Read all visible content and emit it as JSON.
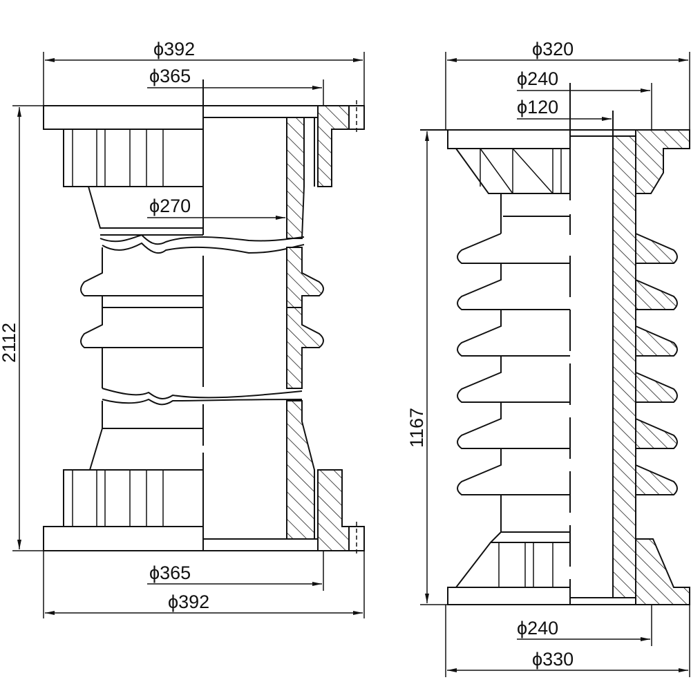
{
  "drawing_left": {
    "dim_outer_top": "ϕ392",
    "dim_flange_top": "ϕ365",
    "dim_bore": "ϕ270",
    "dim_flange_bottom": "ϕ365",
    "dim_outer_bottom": "ϕ392",
    "dim_height": "2112"
  },
  "drawing_right": {
    "dim_outer_top": "ϕ320",
    "dim_flange_top": "ϕ240",
    "dim_bore": "ϕ120",
    "dim_flange_bottom": "ϕ240",
    "dim_outer_bottom": "ϕ330",
    "dim_height": "1167"
  },
  "colors": {
    "line": "#111111",
    "background": "#ffffff"
  }
}
